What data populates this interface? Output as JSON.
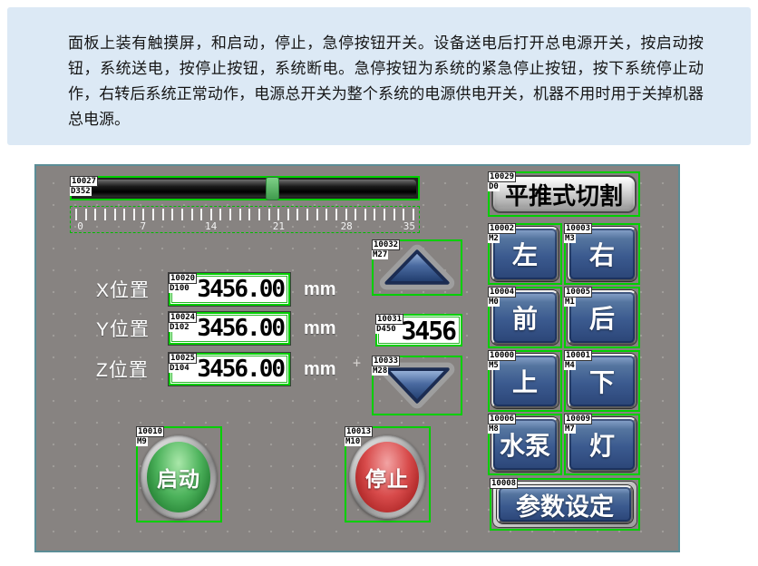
{
  "info_box": {
    "text": "面板上装有触摸屏，和启动，停止，急停按钮开关。设备送电后打开总电源开关，按启动按钮，系统送电，按停止按钮，系统断电。急停按钮为系统的紧急停止按钮，按下系统停止动作，右转后系统正常动作，电源总开关为整个系统的电源供电开关，机器不用时用于关掉机器总电源。"
  },
  "hmi": {
    "slider": {
      "id": "10027",
      "addr": "D352",
      "thumb_pct": 56
    },
    "ruler": {
      "ticks": [
        0,
        7,
        14,
        21,
        28,
        35
      ],
      "minor_count": 36
    },
    "position_rows": [
      {
        "label": "X位置",
        "id": "10020",
        "addr": "D100",
        "value": "3456.00",
        "unit": "mm"
      },
      {
        "label": "Y位置",
        "id": "10024",
        "addr": "D102",
        "value": "3456.00",
        "unit": "mm"
      },
      {
        "label": "Z位置",
        "id": "10025",
        "addr": "D104",
        "value": "3456.00",
        "unit": "mm"
      }
    ],
    "up_button": {
      "id": "10032",
      "addr": "M27"
    },
    "feed_field": {
      "id": "10031",
      "addr": "D450",
      "value": "3456"
    },
    "down_button": {
      "id": "10033",
      "addr": "M28"
    },
    "title_button": {
      "id": "10029",
      "addr": "D0",
      "label": "平推式切割"
    },
    "jog_buttons": [
      {
        "id": "10002",
        "addr": "M2",
        "label": "左"
      },
      {
        "id": "10003",
        "addr": "M3",
        "label": "右"
      },
      {
        "id": "10004",
        "addr": "M0",
        "label": "前"
      },
      {
        "id": "10005",
        "addr": "M1",
        "label": "后"
      },
      {
        "id": "10000",
        "addr": "M5",
        "label": "上"
      },
      {
        "id": "10001",
        "addr": "M4",
        "label": "下"
      },
      {
        "id": "10006",
        "addr": "M8",
        "label": "水泵"
      },
      {
        "id": "10009",
        "addr": "M7",
        "label": "灯"
      }
    ],
    "params_button": {
      "id": "10008",
      "addr": "",
      "label": "参数设定"
    },
    "start_button": {
      "id": "10010",
      "addr": "M9",
      "label": "启动"
    },
    "stop_button": {
      "id": "10013",
      "addr": "M10",
      "label": "停止"
    }
  },
  "colors": {
    "selection_green": "#00cf00",
    "info_bg": "#dce9f5",
    "hmi_bg": "#878381",
    "button_blue": "#3b5a8f",
    "start_green": "#2f9b3a",
    "stop_red": "#b02a2a"
  }
}
